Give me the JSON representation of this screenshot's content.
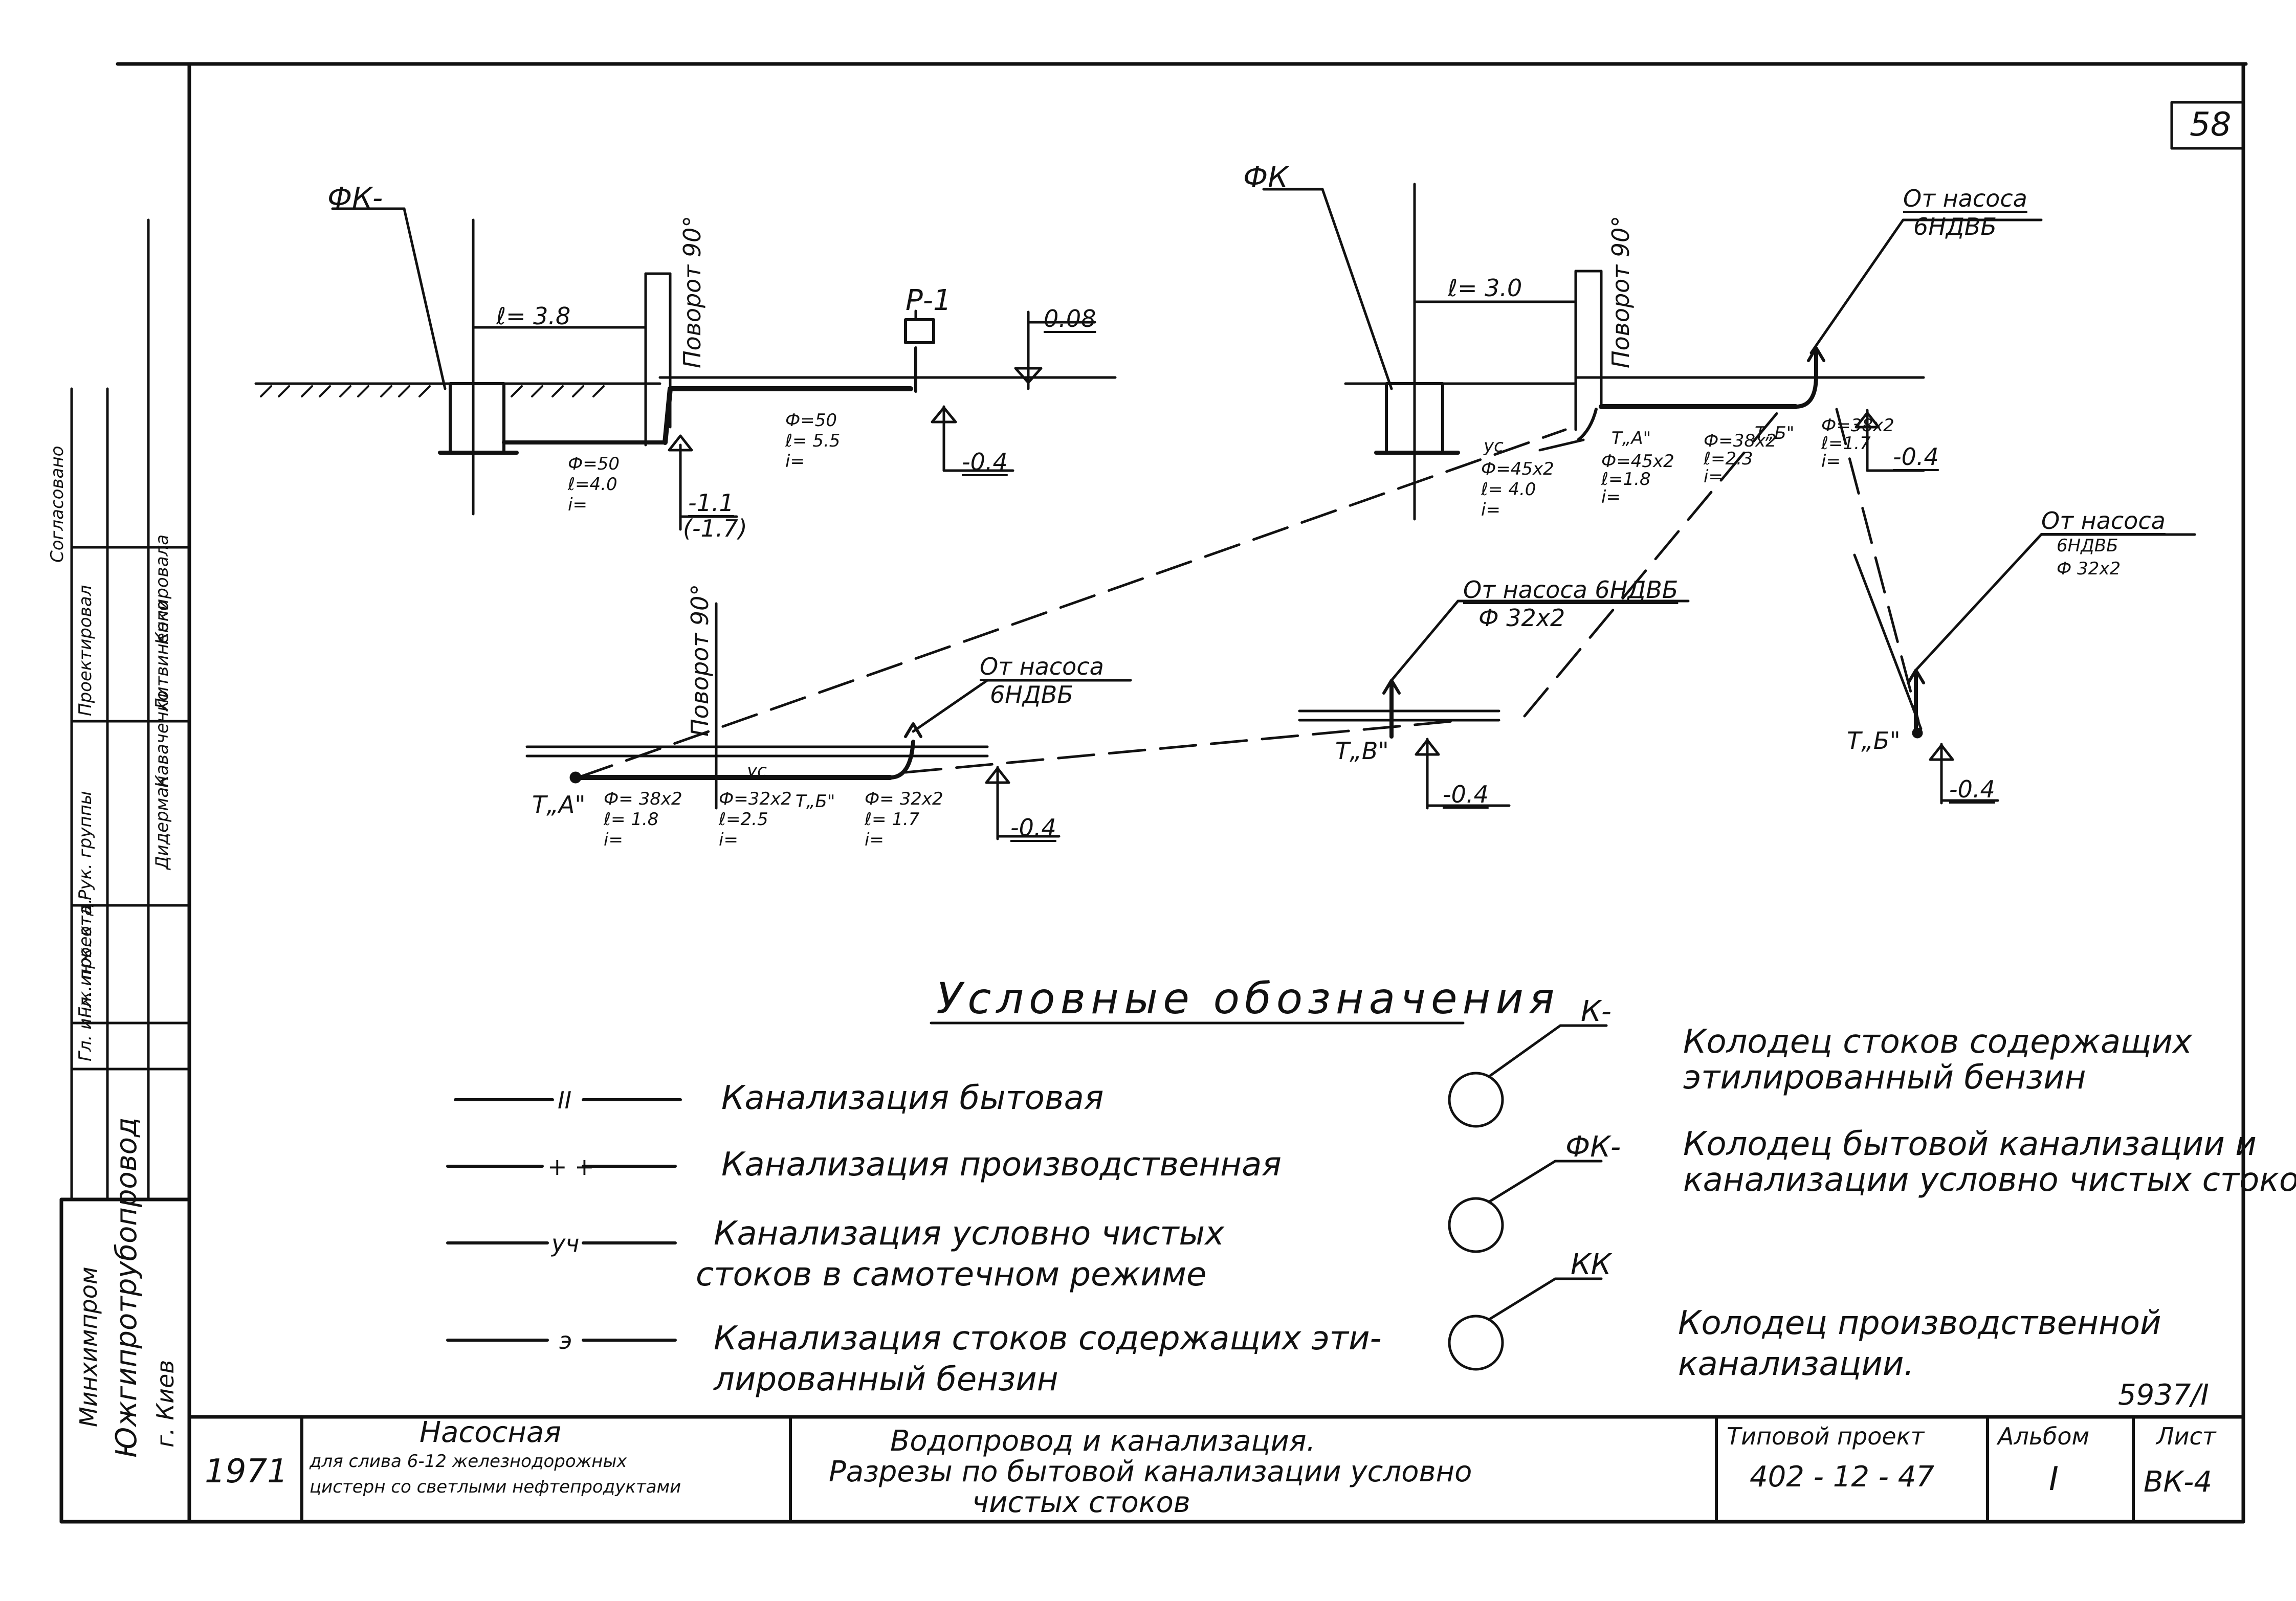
{
  "page_number": "58",
  "doc_code": "5937/I",
  "top_left_section": {
    "well_label": "ФК-",
    "distance": "ℓ= 3.8",
    "rotation": "Поворот 90°",
    "gate_label": "Р-1",
    "level_top": "0.08",
    "level_mid": "-0.4",
    "pipe_a": [
      "Ф=50",
      "ℓ=4.0",
      "i="
    ],
    "pipe_b": [
      "Ф=50",
      "ℓ= 5.5",
      "i="
    ],
    "level_bottom": "-1.1",
    "level_bottom2": "(-1.7)"
  },
  "top_right_section": {
    "well_label": "ФК",
    "distance": "ℓ= 3.0",
    "rotation": "Поворот 90°",
    "from_pump_1": "От насоса",
    "from_pump_1_b": "6НДВБ",
    "pipe_a": [
      "Ф=45x2",
      "ℓ= 4.0",
      "i="
    ],
    "point_a": "Т„А\"",
    "pipe_b": [
      "Ф=45x2",
      "ℓ=1.8",
      "i="
    ],
    "pipe_c": [
      "Ф=38x2",
      "ℓ=2.3",
      "i="
    ],
    "point_b": "Т„Б\"",
    "pipe_d": [
      "Ф=38x2",
      "ℓ=1.7",
      "i="
    ],
    "level": "-0.4",
    "mark_yc": "ус"
  },
  "bottom_left_section": {
    "rotation": "Поворот 90°",
    "from_pump": "От насоса",
    "from_pump_b": "6НДВБ",
    "point_a": "Т„А\"",
    "pipe_a": [
      "Ф= 38x2",
      "ℓ= 1.8",
      "i="
    ],
    "pipe_b": [
      "Ф=32x2",
      "ℓ=2.5",
      "i="
    ],
    "point_b": "Т„Б\"",
    "pipe_c": [
      "Ф= 32x2",
      "ℓ= 1.7",
      "i="
    ],
    "level": "-0.4",
    "mark_yc": "ус"
  },
  "bottom_mid_section": {
    "from_pump": "От насоса 6НДВБ",
    "pipe": "Ф 32x2",
    "point": "Т„В\"",
    "level": "-0.4"
  },
  "bottom_right_section": {
    "from_pump": "От насоса",
    "from_pump_b": "6НДВБ",
    "pipe": "Ф 32x2",
    "point": "Т„Б\"",
    "level": "-0.4"
  },
  "legend": {
    "title": "Условные обозначения",
    "lines": [
      {
        "mark": "II",
        "text": [
          "Канализация бытовая"
        ]
      },
      {
        "mark": "+ +",
        "text": [
          "Канализация производственная"
        ]
      },
      {
        "mark": "уч",
        "text": [
          "Канализация условно чистых",
          "стоков в самотечном режиме"
        ]
      },
      {
        "mark": "э",
        "text": [
          "Канализация стоков содержащих эти-",
          "лированный бензин"
        ]
      }
    ],
    "wells": [
      {
        "mark": "К-",
        "text": [
          "Колодец стоков содержащих",
          "этилированный бензин"
        ]
      },
      {
        "mark": "ФК-",
        "text": [
          "Колодец бытовой канализации и",
          "канализации условно чистых стоков"
        ]
      },
      {
        "mark": "КК",
        "text": [
          "Колодец производственной",
          "канализации."
        ]
      }
    ]
  },
  "side_stamp": {
    "org1": "Минхимпром",
    "org2": "Южгипротрубопровод",
    "city": "г. Киев",
    "roles": [
      "Гл. инж. проекта",
      "Гл. инж. отд.",
      "Рук. группы",
      "Проектировал"
    ],
    "names": [
      "Дидерман",
      "Каваченко",
      "Литвиненко"
    ],
    "checked": "Копировала",
    "approved": "Согласовано"
  },
  "title_block": {
    "year": "1971",
    "object_title": "Насосная",
    "object_sub": [
      "для слива 6-12 железнодорожных",
      "цистерн со светлыми нефтепродуктами"
    ],
    "sheet_title": [
      "Водопровод и канализация.",
      "Разрезы по бытовой канализации условно",
      "чистых стоков"
    ],
    "project_label": "Типовой проект",
    "project_number": "402 - 12 - 47",
    "album_label": "Альбом",
    "album_value": "I",
    "sheet_label": "Лист",
    "sheet_value": "ВК-4"
  }
}
